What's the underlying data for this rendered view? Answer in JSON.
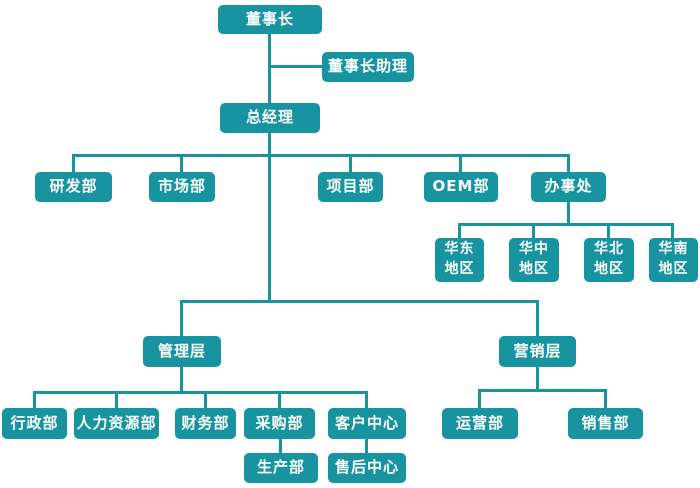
{
  "diagram": {
    "type": "org-chart",
    "accent_color": "#1794A0",
    "text_color": "#FFFFFF",
    "background_color": "#FFFFFF",
    "nodes": {
      "chairman": {
        "label": "董事长"
      },
      "chairman_assistant": {
        "label": "董事长助理"
      },
      "general_manager": {
        "label": "总经理"
      },
      "rd_dept": {
        "label": "研发部"
      },
      "marketing_dept": {
        "label": "市场部"
      },
      "project_dept": {
        "label": "项目部"
      },
      "oem_dept": {
        "label": "OEM部"
      },
      "office": {
        "label": "办事处"
      },
      "east_region": {
        "label": "华东\n地区"
      },
      "central_region": {
        "label": "华中\n地区"
      },
      "north_region": {
        "label": "华北\n地区"
      },
      "south_region": {
        "label": "华南\n地区"
      },
      "management_layer": {
        "label": "管理层"
      },
      "sales_layer": {
        "label": "营销层"
      },
      "admin_dept": {
        "label": "行政部"
      },
      "hr_dept": {
        "label": "人力资源部"
      },
      "finance_dept": {
        "label": "财务部"
      },
      "purchasing_dept": {
        "label": "采购部"
      },
      "customer_center": {
        "label": "客户中心"
      },
      "production_dept": {
        "label": "生产部"
      },
      "aftersales_center": {
        "label": "售后中心"
      },
      "operations_dept": {
        "label": "运营部"
      },
      "sales_dept": {
        "label": "销售部"
      }
    },
    "edges": [
      [
        "chairman",
        "chairman_assistant"
      ],
      [
        "chairman",
        "general_manager"
      ],
      [
        "general_manager",
        "rd_dept"
      ],
      [
        "general_manager",
        "marketing_dept"
      ],
      [
        "general_manager",
        "project_dept"
      ],
      [
        "general_manager",
        "oem_dept"
      ],
      [
        "general_manager",
        "office"
      ],
      [
        "office",
        "east_region"
      ],
      [
        "office",
        "central_region"
      ],
      [
        "office",
        "north_region"
      ],
      [
        "office",
        "south_region"
      ],
      [
        "general_manager",
        "management_layer"
      ],
      [
        "general_manager",
        "sales_layer"
      ],
      [
        "management_layer",
        "admin_dept"
      ],
      [
        "management_layer",
        "hr_dept"
      ],
      [
        "management_layer",
        "finance_dept"
      ],
      [
        "management_layer",
        "purchasing_dept"
      ],
      [
        "management_layer",
        "customer_center"
      ],
      [
        "purchasing_dept",
        "production_dept"
      ],
      [
        "customer_center",
        "aftersales_center"
      ],
      [
        "sales_layer",
        "operations_dept"
      ],
      [
        "sales_layer",
        "sales_dept"
      ]
    ]
  }
}
